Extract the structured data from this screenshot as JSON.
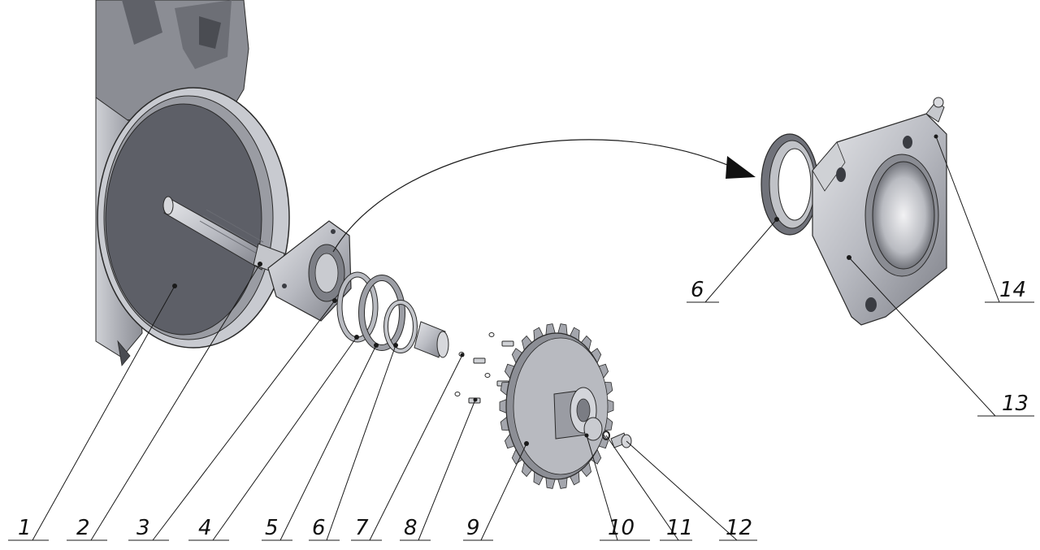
{
  "callouts": {
    "c1": "1",
    "c2": "2",
    "c3": "3",
    "c4": "4",
    "c5": "5",
    "c6": "6",
    "c7": "7",
    "c8": "8",
    "c9": "9",
    "c10": "10",
    "c11": "11",
    "c12": "12",
    "c13": "13",
    "c14": "14",
    "c6b": "6"
  },
  "colors": {
    "line": "#1a1a1a",
    "metal_light": "#d9dadf",
    "metal_mid": "#a9abb3",
    "metal_dark": "#62646c",
    "cavity": "#5d5f67",
    "background": "#ffffff"
  }
}
